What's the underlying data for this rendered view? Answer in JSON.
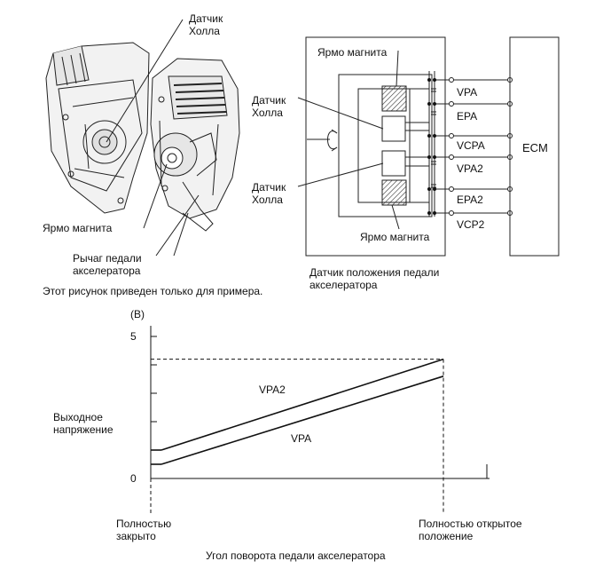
{
  "illustration": {
    "hall_sensor_top": "Датчик\nХолла",
    "magnet_yoke_left": "Ярмо магнита",
    "pedal_lever": "Рычаг педали\nакселератора",
    "note": "Этот рисунок приведен только для примера."
  },
  "circuit": {
    "magnet_yoke_top": "Ярмо магнита",
    "hall_sensor_1": "Датчик\nХолла",
    "hall_sensor_2": "Датчик\nХолла",
    "magnet_yoke_bottom": "Ярмо магнита",
    "terminals": [
      "VPA",
      "EPA",
      "VCPA",
      "VPA2",
      "EPA2",
      "VCP2"
    ],
    "ecm": "ECM",
    "caption": "Датчик положения педали\nакселератора"
  },
  "chart_data": {
    "type": "line",
    "ylabel_unit": "(В)",
    "ylabel": "Выходное\nнапряжение",
    "xlabel": "Угол поворота педали акселератора",
    "y_ticks": [
      "0",
      "5"
    ],
    "ylim": [
      0,
      5
    ],
    "x_tick_labels": [
      "Полностью\nзакрыто",
      "Полностью открытое\nположение"
    ],
    "x": [
      0,
      1
    ],
    "series": [
      {
        "name": "VPA2",
        "values": [
          1.0,
          4.2
        ]
      },
      {
        "name": "VPA",
        "values": [
          0.5,
          3.6
        ]
      }
    ],
    "reference_level": 4.2
  },
  "colors": {
    "line": "#111111",
    "hatch": "#333333",
    "background": "#ffffff"
  }
}
